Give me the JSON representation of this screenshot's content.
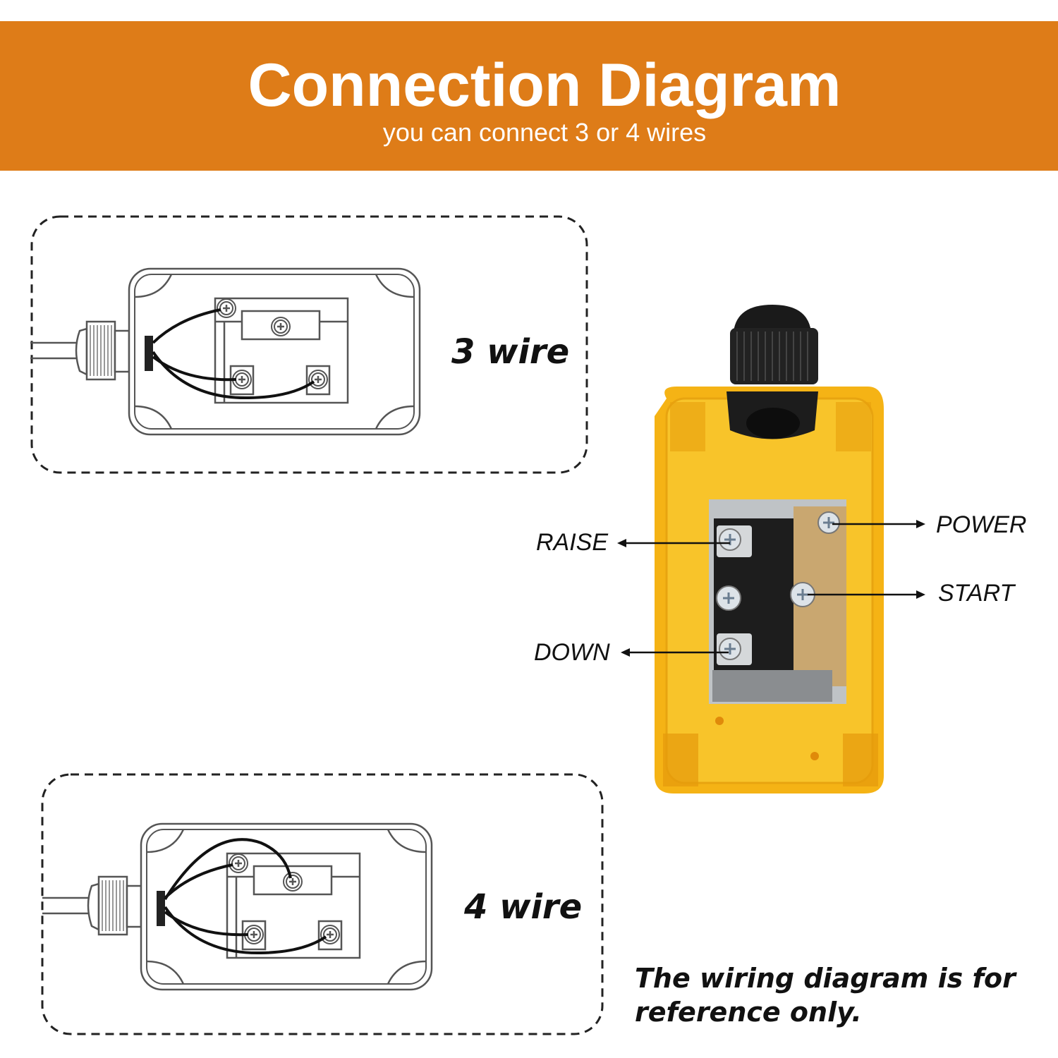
{
  "header": {
    "title": "Connection Diagram",
    "subtitle": "you can connect 3 or 4 wires",
    "background_color": "#DE7C18"
  },
  "diagrams": [
    {
      "label": "3 wire"
    },
    {
      "label": "4 wire"
    }
  ],
  "photo": {
    "enclosure_color": "#F5B315",
    "callouts": {
      "raise": "RAISE",
      "down": "DOWN",
      "power": "POWER",
      "start": "START"
    }
  },
  "note": {
    "line1": "The wiring diagram is for",
    "line2": "reference only."
  }
}
